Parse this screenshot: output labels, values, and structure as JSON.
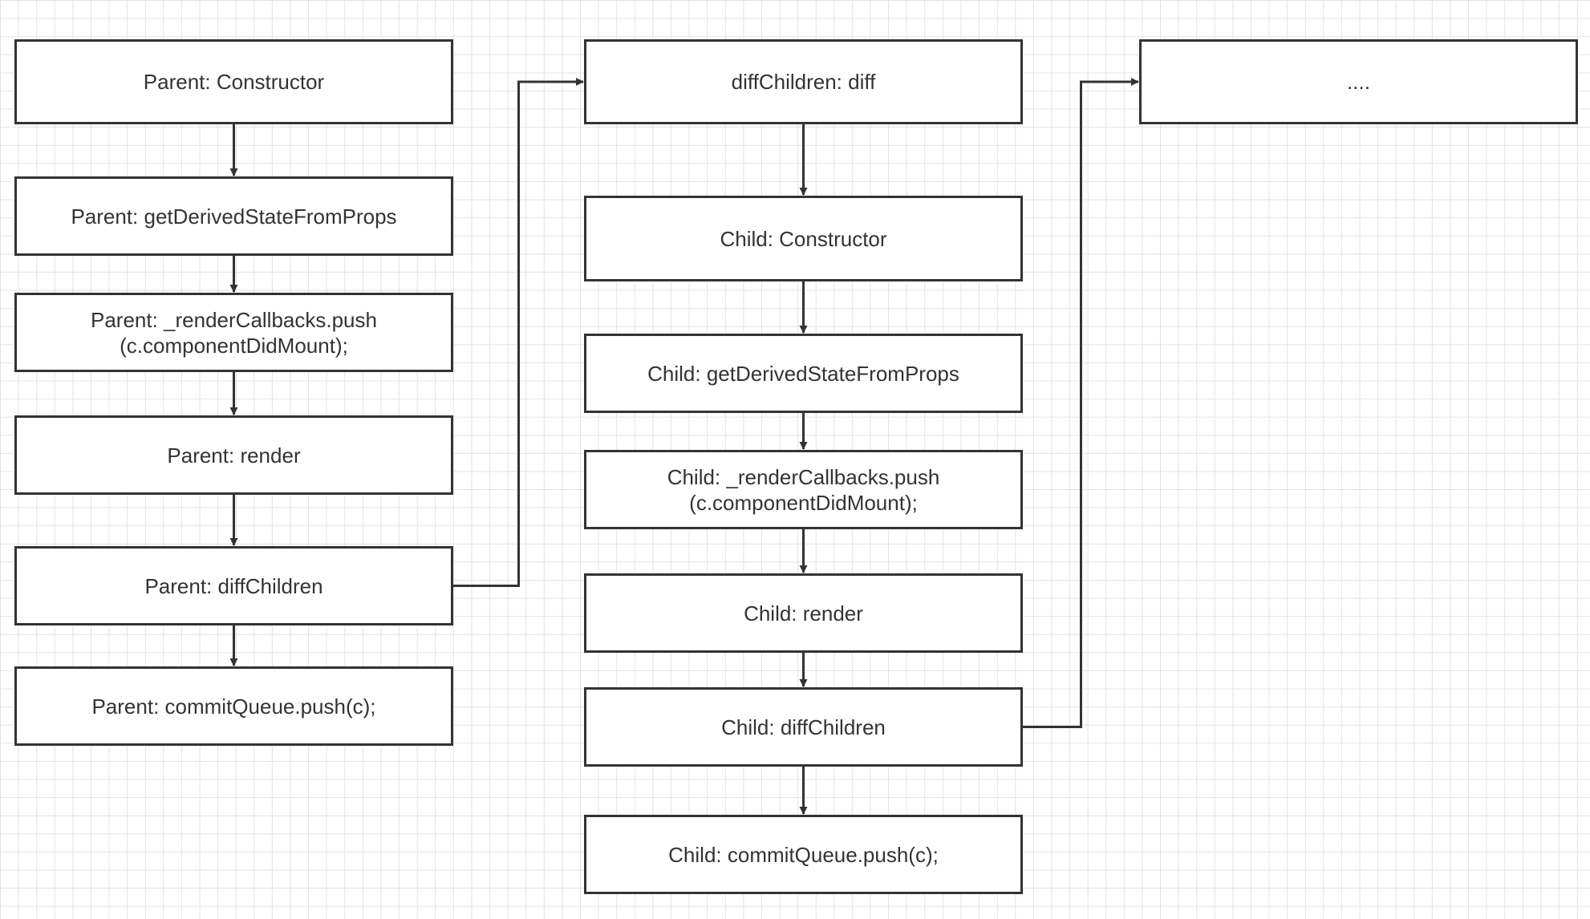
{
  "diagram": {
    "colors": {
      "stroke": "#333333",
      "text": "#333333",
      "grid": "#e2e2e2",
      "background": "#ffffff"
    },
    "nodes": {
      "p1": {
        "label": "Parent: Constructor"
      },
      "p2": {
        "label": "Parent: getDerivedStateFromProps"
      },
      "p3": {
        "label": "Parent:  _renderCallbacks.push\n(c.componentDidMount);"
      },
      "p4": {
        "label": "Parent: render"
      },
      "p5": {
        "label": "Parent: diffChildren"
      },
      "p6": {
        "label": "Parent: commitQueue.push(c);"
      },
      "c0": {
        "label": "diffChildren: diff"
      },
      "c1": {
        "label": "Child: Constructor"
      },
      "c2": {
        "label": "Child: getDerivedStateFromProps"
      },
      "c3": {
        "label": "Child:  _renderCallbacks.push\n(c.componentDidMount);"
      },
      "c4": {
        "label": "Child: render"
      },
      "c5": {
        "label": "Child: diffChildren"
      },
      "c6": {
        "label": "Child: commitQueue.push(c);"
      },
      "n0": {
        "label": "...."
      }
    },
    "edges": [
      {
        "from": "p1",
        "to": "p2"
      },
      {
        "from": "p2",
        "to": "p3"
      },
      {
        "from": "p3",
        "to": "p4"
      },
      {
        "from": "p4",
        "to": "p5"
      },
      {
        "from": "p5",
        "to": "p6"
      },
      {
        "from": "p5",
        "to": "c0"
      },
      {
        "from": "c0",
        "to": "c1"
      },
      {
        "from": "c1",
        "to": "c2"
      },
      {
        "from": "c2",
        "to": "c3"
      },
      {
        "from": "c3",
        "to": "c4"
      },
      {
        "from": "c4",
        "to": "c5"
      },
      {
        "from": "c5",
        "to": "c6"
      },
      {
        "from": "c5",
        "to": "n0"
      }
    ]
  }
}
